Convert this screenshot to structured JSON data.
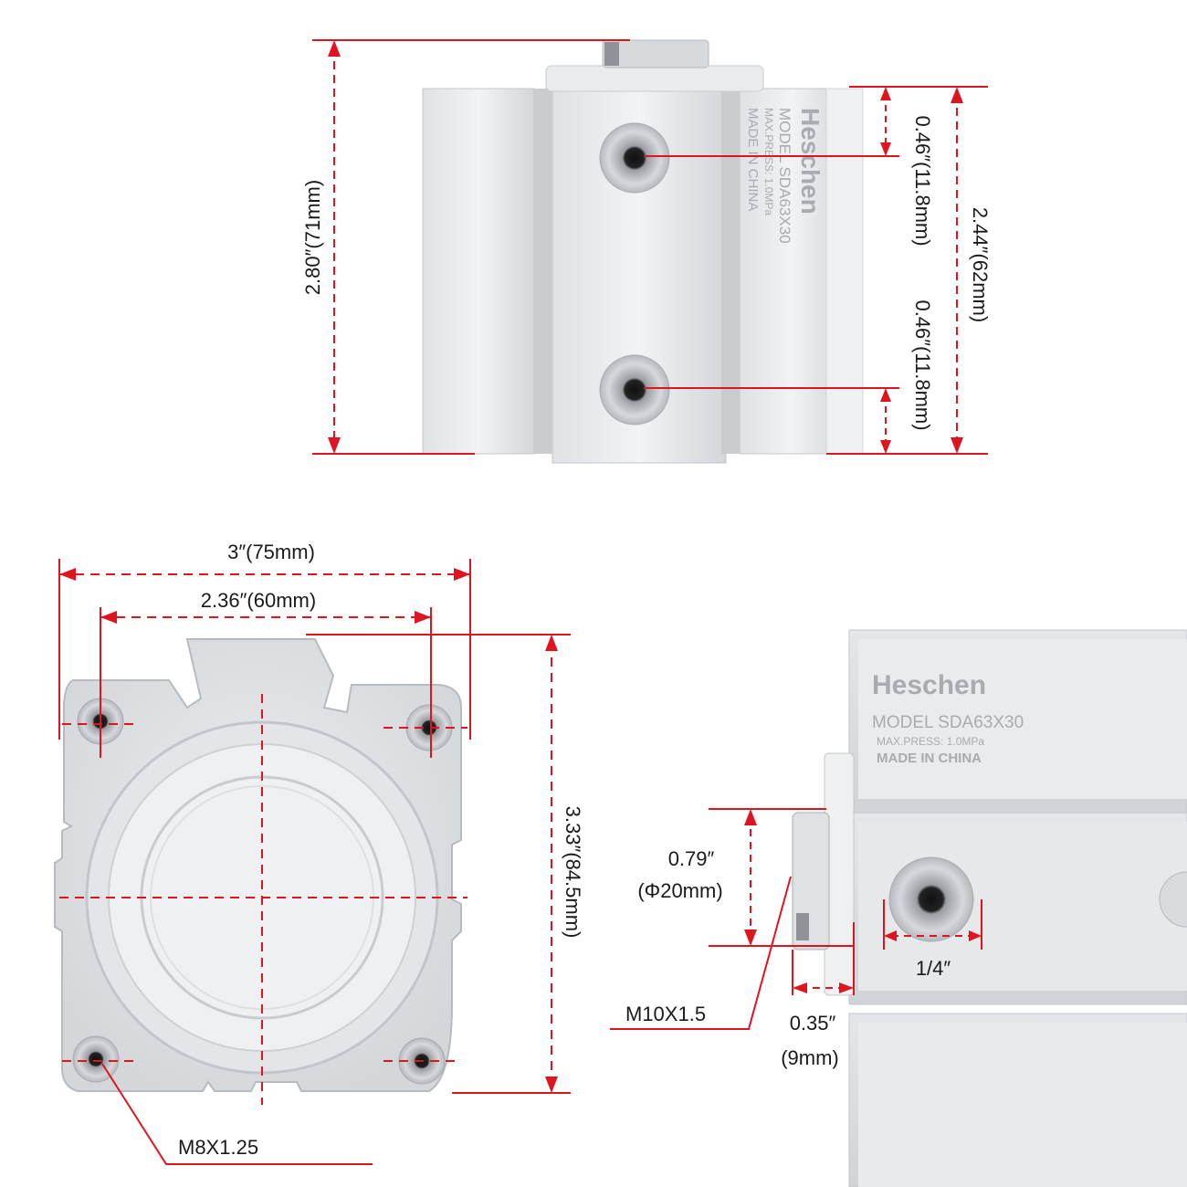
{
  "colors": {
    "dimension_line": "#e0141e",
    "metal_light": "#eef0f2",
    "metal_mid": "#d6d9dc",
    "metal_dark": "#b9bdc1",
    "text": "#1a1a1a",
    "engraving": "#a8acb0"
  },
  "top_view": {
    "height_label": "2.80″(71mm)",
    "port_offset_top_label": "0.46″(11.8mm)",
    "port_offset_bottom_label": "0.46″(11.8mm)",
    "body_height_label": "2.44″(62mm)",
    "engraving": {
      "brand": "Heschen",
      "model": "MODEL SDA63X30",
      "pressure": "MAX.PRESS: 1.0MPa",
      "origin": "MADE IN CHINA"
    }
  },
  "front_view": {
    "overall_width_label": "3″(75mm)",
    "hole_spacing_label": "2.36″(60mm)",
    "overall_height_label": "3.33″(84.5mm)",
    "thread_label": "M8X1.25"
  },
  "side_view": {
    "rod_diameter_label_line1": "0.79″",
    "rod_diameter_label_line2": "(Φ20mm)",
    "rod_thread_label": "M10X1.5",
    "rod_length_label_line1": "0.35″",
    "rod_length_label_line2": "(9mm)",
    "port_size_label": "1/4″",
    "engraving": {
      "brand": "Heschen",
      "model": "MODEL SDA63X30",
      "pressure": "MAX.PRESS: 1.0MPa",
      "origin": "MADE IN CHINA"
    }
  }
}
